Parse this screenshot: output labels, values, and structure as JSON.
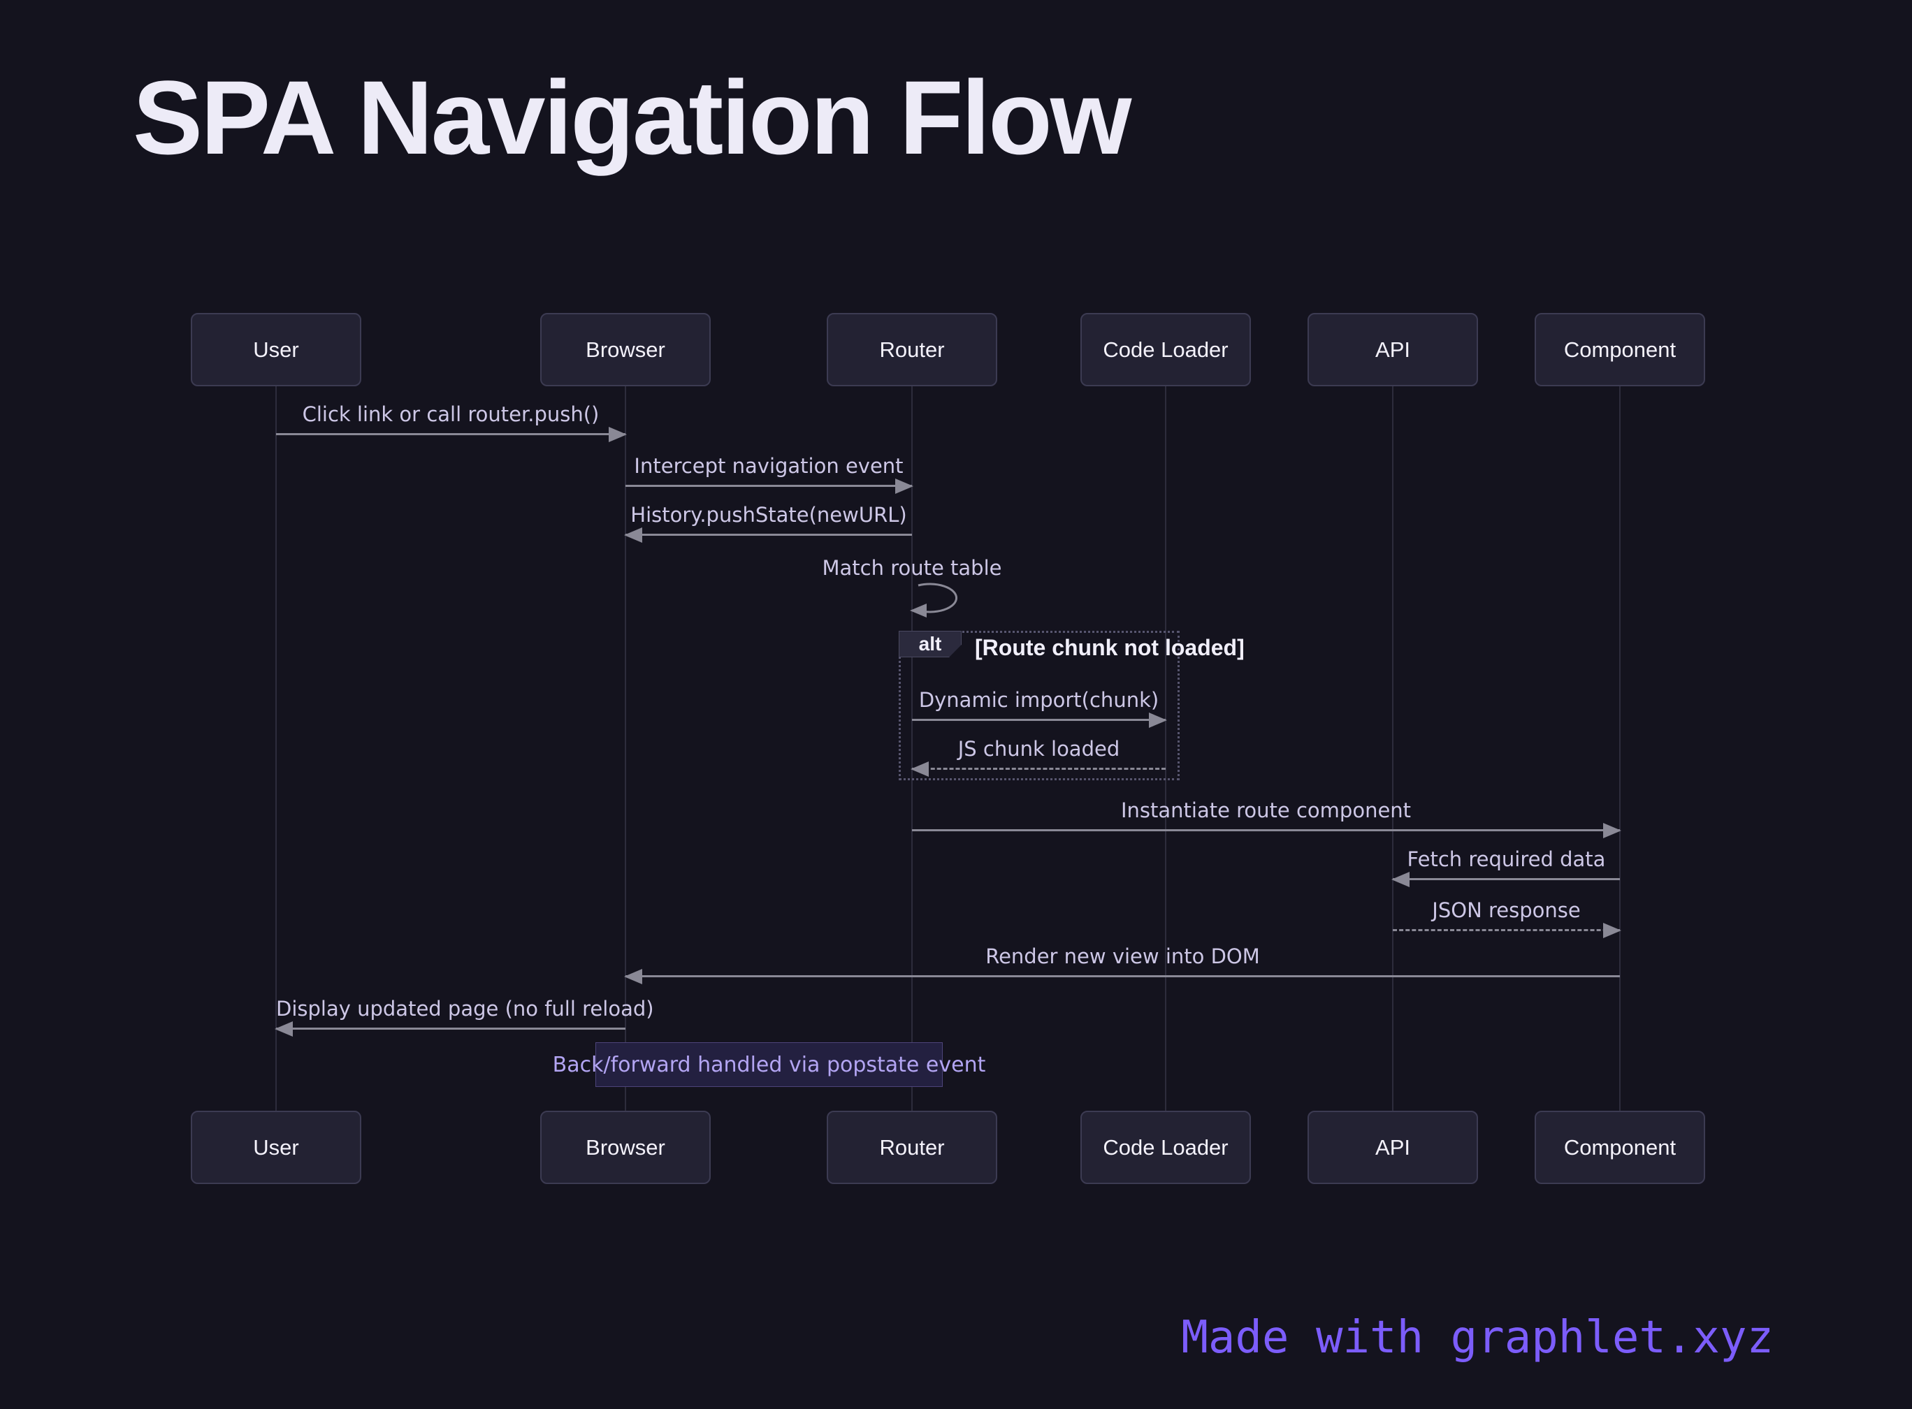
{
  "title": "SPA Navigation Flow",
  "actors": [
    "User",
    "Browser",
    "Router",
    "Code Loader",
    "API",
    "Component"
  ],
  "messages": [
    {
      "text": "Click link or call router.push()",
      "from": "User",
      "to": "Browser",
      "line": "solid"
    },
    {
      "text": "Intercept navigation event",
      "from": "Browser",
      "to": "Router",
      "line": "solid"
    },
    {
      "text": "History.pushState(newURL)",
      "from": "Router",
      "to": "Browser",
      "line": "solid"
    },
    {
      "text": "Dynamic import(chunk)",
      "from": "Router",
      "to": "Code Loader",
      "line": "solid"
    },
    {
      "text": "JS chunk loaded",
      "from": "Code Loader",
      "to": "Router",
      "line": "dashed"
    },
    {
      "text": "Instantiate route component",
      "from": "Router",
      "to": "Component",
      "line": "solid"
    },
    {
      "text": "Fetch required data",
      "from": "Component",
      "to": "API",
      "line": "solid"
    },
    {
      "text": "JSON response",
      "from": "API",
      "to": "Component",
      "line": "dashed"
    },
    {
      "text": "Render new view into DOM",
      "from": "Component",
      "to": "Browser",
      "line": "solid"
    },
    {
      "text": "Display updated page (no full reload)",
      "from": "Browser",
      "to": "User",
      "line": "solid"
    }
  ],
  "self_message": {
    "text": "Match route table",
    "actor": "Router"
  },
  "fragment": {
    "operator": "alt",
    "condition": "[Route chunk not loaded]"
  },
  "note": {
    "text": "Back/forward handled via popstate event"
  },
  "footer": {
    "text": "Made with graphlet.xyz"
  },
  "colors": {
    "background": "#14131e",
    "actor_fill": "#232233",
    "actor_border": "#3c3b52",
    "lifeline": "#2d2c3c",
    "arrow": "#8a8996",
    "message_text": "#cdc7e6",
    "fragment_border": "#57556e",
    "fragment_text": "#f1effa",
    "note_fill": "#232040",
    "note_border": "#4d447a",
    "note_text": "#b3a5f3",
    "title_text": "#edebf7",
    "footer_accent": "#7c5dfb"
  }
}
